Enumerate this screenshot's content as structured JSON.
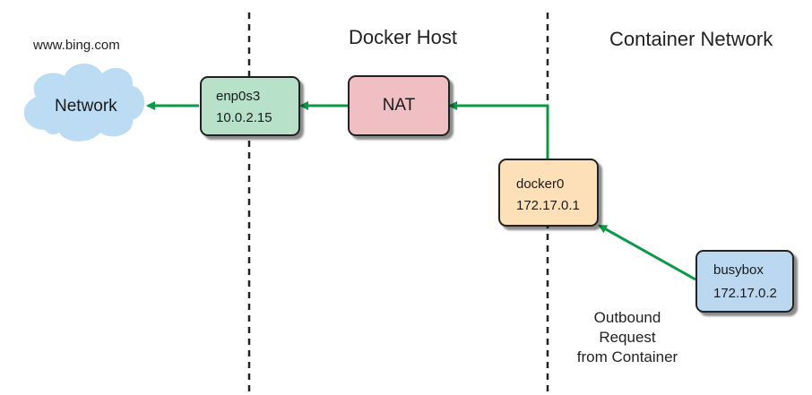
{
  "diagram": {
    "url_label": "www.bing.com",
    "section_docker_host": "Docker Host",
    "section_container_network": "Container Network",
    "cloud": {
      "label": "Network",
      "fill": "#bcdcf3"
    },
    "nodes": {
      "enp0s3": {
        "name": "enp0s3",
        "ip": "10.0.2.15",
        "fill": "#b7e1c9"
      },
      "nat": {
        "name": "NAT",
        "fill": "#f0bfc3"
      },
      "docker0": {
        "name": "docker0",
        "ip": "172.17.0.1",
        "fill": "#fde0b8"
      },
      "busybox": {
        "name": "busybox",
        "ip": "172.17.0.2",
        "fill": "#bcd8f1"
      }
    },
    "caption": [
      "Outbound",
      "Request",
      "from Container"
    ],
    "colors": {
      "arrow": "#0a9a45",
      "border": "#222222",
      "divider": "#222222"
    }
  }
}
